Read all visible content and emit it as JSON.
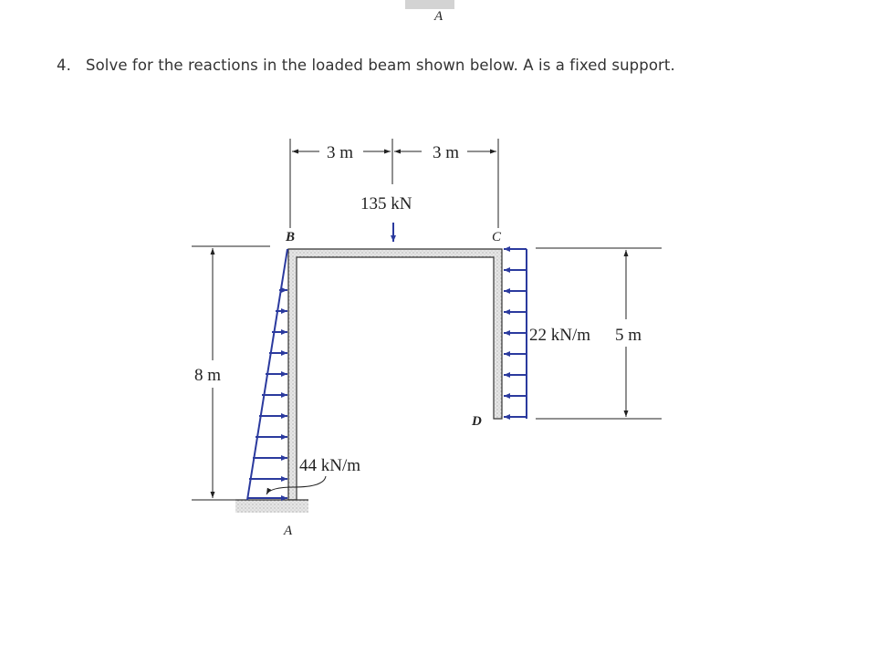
{
  "header": {
    "strip_label": "A"
  },
  "question": {
    "number": "4.",
    "text": "Solve for the reactions in the loaded beam shown below. A is a fixed support."
  },
  "figure": {
    "dim_left_span": "3 m",
    "dim_right_span": "3 m",
    "point_load": "135 kN",
    "label_B": "B",
    "label_C": "C",
    "label_D": "D",
    "label_A": "A",
    "height_AB": "8 m",
    "distributed_left": "44 kN/m",
    "distributed_right": "22 kN/m",
    "height_CD": "5 m",
    "load_color": "#2b3a9e"
  }
}
